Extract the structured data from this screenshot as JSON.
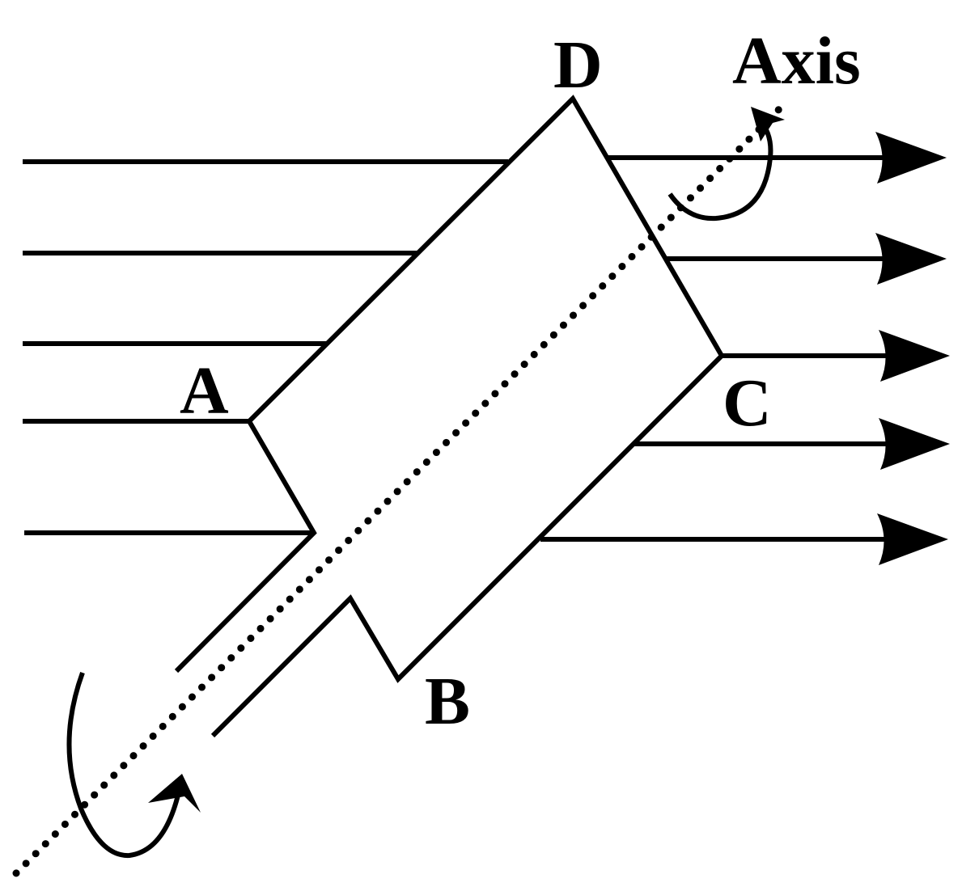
{
  "diagram": {
    "labels": {
      "A": "A",
      "B": "B",
      "C": "C",
      "D": "D",
      "axis": "Axis"
    },
    "incoming_rays": 5,
    "outgoing_rays": 5,
    "colors": {
      "stroke": "#000000",
      "background": "#ffffff"
    }
  }
}
